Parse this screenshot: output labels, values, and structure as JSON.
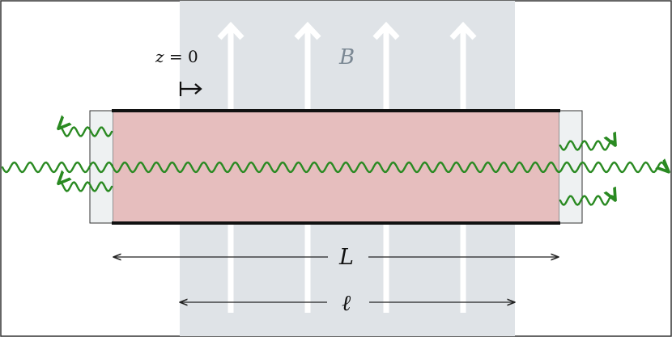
{
  "diagram": {
    "labels": {
      "z_var": "z",
      "z_eq": " = 0",
      "field": "B",
      "cavity_length": "L",
      "field_length": "ℓ"
    },
    "colors": {
      "field_region": "#dfe3e7",
      "cavity_fill": "#e6bebe",
      "mirror_fill": "#eef1f2",
      "wave": "#2a8a22",
      "field_arrows": "#ffffff",
      "frame": "#222222"
    },
    "field_arrow_count": 4,
    "icons": [
      "maps-to-arrow-icon",
      "field-arrow-icon",
      "wave-arrow-icon"
    ]
  }
}
